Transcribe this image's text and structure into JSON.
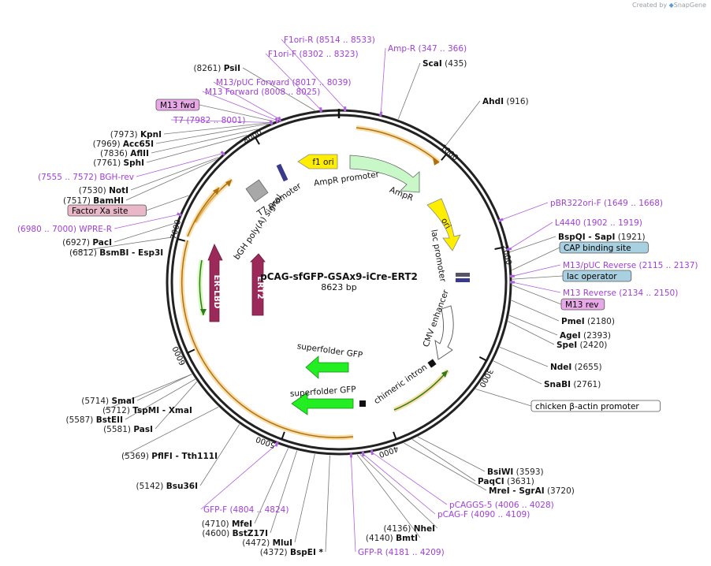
{
  "credit": "Created by",
  "brand": "SnapGene",
  "plasmid": {
    "name": "pCAG-sfGFP-GSAx9-iCre-ERT2",
    "size_label": "8623 bp"
  },
  "ticks": [
    "1000",
    "2000",
    "3000",
    "4000",
    "5000",
    "6000",
    "7000",
    "8000"
  ],
  "labels": [
    {
      "id": "f1ori-r",
      "name": "F1ori-R",
      "pos": "(8514 .. 8533)",
      "kind": "primer"
    },
    {
      "id": "f1ori-f",
      "name": "F1ori-F",
      "pos": "(8302 .. 8323)",
      "kind": "primer"
    },
    {
      "id": "psii",
      "name": "PsiI",
      "pos": "(8261)",
      "kind": "enzyme"
    },
    {
      "id": "m13puc-fwd",
      "name": "M13/pUC Forward",
      "pos": "(8017 .. 8039)",
      "kind": "primer"
    },
    {
      "id": "m13-forward",
      "name": "M13 Forward",
      "pos": "(8008 .. 8025)",
      "kind": "primer"
    },
    {
      "id": "m13-fwd",
      "name": "M13 fwd",
      "pos": "",
      "kind": "box-pink"
    },
    {
      "id": "t7",
      "name": "T7",
      "pos": "(7982 .. 8001)",
      "kind": "primer"
    },
    {
      "id": "kpni",
      "name": "KpnI",
      "pos": "(7973)",
      "kind": "enzyme"
    },
    {
      "id": "acc65i",
      "name": "Acc65I",
      "pos": "(7969)",
      "kind": "enzyme"
    },
    {
      "id": "aflii",
      "name": "AflII",
      "pos": "(7836)",
      "kind": "enzyme"
    },
    {
      "id": "sphi",
      "name": "SphI",
      "pos": "(7761)",
      "kind": "enzyme"
    },
    {
      "id": "bgh-rev",
      "name": "BGH-rev",
      "pos": "(7555 .. 7572)",
      "kind": "primer"
    },
    {
      "id": "noti",
      "name": "NotI",
      "pos": "(7530)",
      "kind": "enzyme"
    },
    {
      "id": "bamhi",
      "name": "BamHI",
      "pos": "(7517)",
      "kind": "enzyme"
    },
    {
      "id": "factor-xa",
      "name": "Factor Xa site",
      "pos": "",
      "kind": "box-rose"
    },
    {
      "id": "wpre-r",
      "name": "WPRE-R",
      "pos": "(6980 .. 7000)",
      "kind": "primer"
    },
    {
      "id": "paci",
      "name": "PacI",
      "pos": "(6927)",
      "kind": "enzyme"
    },
    {
      "id": "bsmbi",
      "name": "BsmBI",
      "pos": "(6812)",
      "kind": "enzyme",
      "extra": "- Esp3I"
    },
    {
      "id": "smai",
      "name": "SmaI",
      "pos": "(5714)",
      "kind": "enzyme"
    },
    {
      "id": "tspmi",
      "name": "TspMI",
      "pos": "(5712)",
      "kind": "enzyme",
      "extra": "- XmaI"
    },
    {
      "id": "bsteii",
      "name": "BstEII",
      "pos": "(5587)",
      "kind": "enzyme"
    },
    {
      "id": "pasi",
      "name": "PasI",
      "pos": "(5581)",
      "kind": "enzyme"
    },
    {
      "id": "pflfi",
      "name": "PflFI",
      "pos": "(5369)",
      "kind": "enzyme",
      "extra": "- Tth111I"
    },
    {
      "id": "bsu36i",
      "name": "Bsu36I",
      "pos": "(5142)",
      "kind": "enzyme"
    },
    {
      "id": "gfp-f",
      "name": "GFP-F",
      "pos": "(4804 .. 4824)",
      "kind": "primer"
    },
    {
      "id": "mfei",
      "name": "MfeI",
      "pos": "(4710)",
      "kind": "enzyme"
    },
    {
      "id": "bstz17i",
      "name": "BstZ17I",
      "pos": "(4600)",
      "kind": "enzyme"
    },
    {
      "id": "mlui",
      "name": "MluI",
      "pos": "(4472)",
      "kind": "enzyme"
    },
    {
      "id": "bspei",
      "name": "BspEI *",
      "pos": "(4372)",
      "kind": "enzyme"
    },
    {
      "id": "gfp-r",
      "name": "GFP-R",
      "pos": "(4181 .. 4209)",
      "kind": "primer"
    },
    {
      "id": "bmti",
      "name": "BmtI",
      "pos": "(4140)",
      "kind": "enzyme"
    },
    {
      "id": "nhei",
      "name": "NheI",
      "pos": "(4136)",
      "kind": "enzyme"
    },
    {
      "id": "pcag-f",
      "name": "pCAG-F",
      "pos": "(4090 .. 4109)",
      "kind": "primer"
    },
    {
      "id": "pcaggs-5",
      "name": "pCAGGS-5",
      "pos": "(4006 .. 4028)",
      "kind": "primer"
    },
    {
      "id": "mrei",
      "name": "MreI",
      "pos": "(3720)",
      "kind": "enzyme",
      "extra": "- SgrAI"
    },
    {
      "id": "paqci",
      "name": "PaqCI",
      "pos": "(3631)",
      "kind": "enzyme"
    },
    {
      "id": "bsiwi",
      "name": "BsiWI",
      "pos": "(3593)",
      "kind": "enzyme"
    },
    {
      "id": "chicken-actin",
      "name": "chicken β-actin promoter",
      "pos": "",
      "kind": "box-white"
    },
    {
      "id": "snabi",
      "name": "SnaBI",
      "pos": "(2761)",
      "kind": "enzyme"
    },
    {
      "id": "ndei",
      "name": "NdeI",
      "pos": "(2655)",
      "kind": "enzyme"
    },
    {
      "id": "spei",
      "name": "SpeI",
      "pos": "(2420)",
      "kind": "enzyme"
    },
    {
      "id": "agei",
      "name": "AgeI",
      "pos": "(2393)",
      "kind": "enzyme"
    },
    {
      "id": "pmei",
      "name": "PmeI",
      "pos": "(2180)",
      "kind": "enzyme"
    },
    {
      "id": "m13-rev",
      "name": "M13 rev",
      "pos": "",
      "kind": "box-pink"
    },
    {
      "id": "m13-reverse",
      "name": "M13 Reverse",
      "pos": "(2134 .. 2150)",
      "kind": "primer"
    },
    {
      "id": "lac-operator",
      "name": "lac operator",
      "pos": "",
      "kind": "box-blue"
    },
    {
      "id": "m13puc-rev",
      "name": "M13/pUC Reverse",
      "pos": "(2115 .. 2137)",
      "kind": "primer"
    },
    {
      "id": "cap-site",
      "name": "CAP binding site",
      "pos": "",
      "kind": "box-blue"
    },
    {
      "id": "bspqi",
      "name": "BspQI",
      "pos": "(1921)",
      "kind": "enzyme",
      "extra": "- SapI"
    },
    {
      "id": "l4440",
      "name": "L4440",
      "pos": "(1902 .. 1919)",
      "kind": "primer"
    },
    {
      "id": "pbr322ori-f",
      "name": "pBR322ori-F",
      "pos": "(1649 .. 1668)",
      "kind": "primer"
    },
    {
      "id": "ahdi",
      "name": "AhdI",
      "pos": "(916)",
      "kind": "enzyme"
    },
    {
      "id": "scai",
      "name": "ScaI",
      "pos": "(435)",
      "kind": "enzyme"
    },
    {
      "id": "amp-r",
      "name": "Amp-R",
      "pos": "(347 .. 366)",
      "kind": "primer"
    }
  ],
  "features": [
    {
      "id": "f1-ori",
      "label": "f1 ori"
    },
    {
      "id": "ampr-promoter",
      "label": "AmpR promoter"
    },
    {
      "id": "ampr",
      "label": "AmpR"
    },
    {
      "id": "ori",
      "label": "ori"
    },
    {
      "id": "lac-promoter",
      "label": "lac promoter"
    },
    {
      "id": "cmv-enhancer",
      "label": "CMV enhancer"
    },
    {
      "id": "chimeric-intron",
      "label": "chimeric intron"
    },
    {
      "id": "sfgfp-1",
      "label": "superfolder GFP"
    },
    {
      "id": "sfgfp-2",
      "label": "superfolder GFP"
    },
    {
      "id": "ert2",
      "label": "ERT2"
    },
    {
      "id": "er-lbd",
      "label": "ER-LBD"
    },
    {
      "id": "bgh-polya",
      "label": "bGH poly(A) signal"
    },
    {
      "id": "t7-promoter",
      "label": "T7 promoter"
    }
  ],
  "colors": {
    "primer": "#a040d8",
    "yellow": "#ffee00",
    "green": "#22ee22",
    "pale_green": "#c8f7c8",
    "maroon": "#9b2a5a",
    "orange": "#e8a020",
    "gray": "#a8a8a8",
    "pink_box": "#e8a8e8",
    "rose_box": "#e8b8c8",
    "blue_box": "#a8d0e0"
  }
}
